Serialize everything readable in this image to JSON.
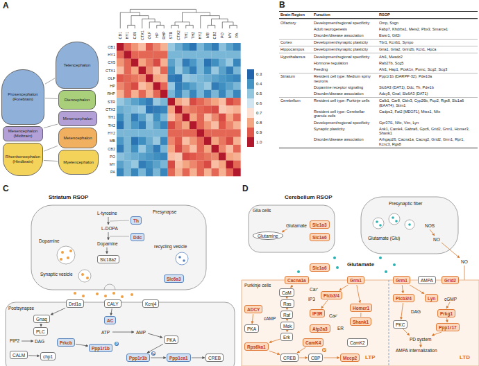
{
  "diagram": {
    "nodes": [
      {
        "text": [
          "Prosencephalon (Forebrain)"
        ]
      },
      {
        "text": [
          "Mesencephalon (Midbrain)"
        ]
      },
      {
        "text": [
          "Rhombencephalon (Hindbrain)"
        ]
      },
      {
        "text": [
          "Telencephalon"
        ]
      },
      {
        "text": [
          "Diencephalon"
        ]
      },
      {
        "text": [
          "Mesencephalon"
        ]
      },
      {
        "text": [
          "Metencephalon"
        ]
      },
      {
        "text": [
          "Myelencephalon"
        ]
      },
      {
        "text": [
          "Th"
        ]
      },
      {
        "text": [
          "Ddc"
        ]
      },
      {
        "text": [
          "Slc18a2"
        ]
      },
      {
        "text": [
          "Slc6a3"
        ]
      },
      {
        "text": [
          "Drd1a"
        ]
      },
      {
        "text": [
          "CALY"
        ]
      },
      {
        "text": [
          "Kcnj4"
        ]
      },
      {
        "text": [
          "Gnaq"
        ]
      },
      {
        "text": [
          "PLC"
        ]
      },
      {
        "text": [
          "AC"
        ]
      },
      {
        "text": [
          "Prkcb"
        ]
      },
      {
        "text": [
          "PKA"
        ]
      },
      {
        "text": [
          "CALM"
        ]
      },
      {
        "text": [
          "chp1"
        ]
      },
      {
        "text": [
          "Ppp1r1b"
        ]
      },
      {
        "text": [
          "Ppp1r1b"
        ]
      },
      {
        "text": [
          "Ppp1ca1"
        ]
      },
      {
        "text": [
          "CREB"
        ]
      },
      {
        "text": [
          "Glutamine"
        ]
      },
      {
        "text": [
          "Slc1a3"
        ]
      },
      {
        "text": [
          "Slc1a6"
        ]
      },
      {
        "text": [
          "Slc1a6"
        ]
      },
      {
        "text": [
          "Cacna1a"
        ]
      },
      {
        "text": [
          "Grm1"
        ]
      },
      {
        "text": [
          "CaM"
        ]
      },
      {
        "text": [
          "Plcb3/4"
        ]
      },
      {
        "text": [
          "IP3R"
        ]
      },
      {
        "text": [
          "Homer1"
        ]
      },
      {
        "text": [
          "Ras"
        ]
      },
      {
        "text": [
          "Raf"
        ]
      },
      {
        "text": [
          "Mek"
        ]
      },
      {
        "text": [
          "Erk"
        ]
      },
      {
        "text": [
          "ADCY"
        ]
      },
      {
        "text": [
          "PKA"
        ]
      },
      {
        "text": [
          "Atp2a3"
        ]
      },
      {
        "text": [
          "Shank1"
        ]
      },
      {
        "text": [
          "CamK4"
        ]
      },
      {
        "text": [
          "CamK2"
        ]
      },
      {
        "text": [
          "Rps6ka1"
        ]
      },
      {
        "text": [
          "CREB"
        ]
      },
      {
        "text": [
          "CBP"
        ]
      },
      {
        "text": [
          "Mecp2"
        ]
      },
      {
        "text": [
          "Grm1"
        ]
      },
      {
        "text": [
          "AMPA"
        ]
      },
      {
        "text": [
          "Grid2"
        ]
      },
      {
        "text": [
          "Plcb3/4"
        ]
      },
      {
        "text": [
          "Lyn"
        ]
      },
      {
        "text": [
          "PKC"
        ]
      },
      {
        "text": [
          "Prkg1"
        ]
      },
      {
        "text": [
          "Ppp1r17"
        ]
      }
    ],
    "edges": [
      {
        "from": 0,
        "to": 3,
        "arrow": "none"
      },
      {
        "from": 0,
        "to": 4,
        "arrow": "none"
      },
      {
        "from": 1,
        "to": 5,
        "arrow": "none"
      },
      {
        "from": 2,
        "to": 6,
        "arrow": "none"
      },
      {
        "from": 2,
        "to": 7,
        "arrow": "none"
      },
      {
        "from": 12,
        "to": 15,
        "arrow": "to"
      },
      {
        "from": 13,
        "to": 17,
        "arrow": "to"
      },
      {
        "from": 15,
        "to": 16,
        "arrow": "to"
      },
      {
        "from": 18,
        "to": 22,
        "arrow": "to"
      },
      {
        "from": 20,
        "to": 21,
        "arrow": "to"
      },
      {
        "from": 19,
        "to": 23,
        "arrow": "to"
      },
      {
        "from": 23,
        "to": 24,
        "arrow": "to"
      },
      {
        "from": 24,
        "to": 25,
        "arrow": "to"
      },
      {
        "from": 30,
        "to": 32,
        "arrow": "to"
      },
      {
        "from": 32,
        "to": 36,
        "arrow": "to"
      },
      {
        "from": 36,
        "to": 37,
        "arrow": "to"
      },
      {
        "from": 37,
        "to": 38,
        "arrow": "to"
      },
      {
        "from": 38,
        "to": 39,
        "arrow": "to"
      },
      {
        "from": 39,
        "to": 46,
        "arrow": "to"
      },
      {
        "from": 46,
        "to": 47,
        "arrow": "to"
      },
      {
        "from": 44,
        "to": 47,
        "arrow": "to"
      },
      {
        "from": 47,
        "to": 48,
        "arrow": "to"
      },
      {
        "from": 48,
        "to": 49,
        "arrow": "to"
      },
      {
        "from": 40,
        "to": 41,
        "arrow": "to"
      },
      {
        "from": 31,
        "to": 33,
        "arrow": "to"
      },
      {
        "from": 33,
        "to": 34,
        "arrow": "to"
      },
      {
        "from": 31,
        "to": 35,
        "arrow": "to"
      },
      {
        "from": 35,
        "to": 43,
        "arrow": "none"
      },
      {
        "from": 50,
        "to": 53,
        "arrow": "to"
      },
      {
        "from": 50,
        "to": 54,
        "arrow": "to"
      },
      {
        "from": 53,
        "to": 55,
        "arrow": "to"
      },
      {
        "from": 56,
        "to": 57,
        "arrow": "to"
      }
    ],
    "labels": [
      "A",
      "B",
      "C",
      "D",
      "CB1",
      "HY1",
      "CX5",
      "CTX1",
      "OLF",
      "HP",
      "RHP",
      "STR",
      "CTX2",
      "TH1",
      "TH2",
      "HY2",
      "MB",
      "CB2",
      "PO",
      "MY",
      "PA",
      "CB1",
      "HY1",
      "CX5",
      "CTX1",
      "OLF",
      "HP",
      "RHP",
      "STR",
      "CTX2",
      "TH1",
      "TH2",
      "HY2",
      "MB",
      "CB2",
      "PO",
      "MY",
      "PA",
      "Brain Region",
      "Function",
      "RSOP",
      "Olfactory",
      "Development/regional specificity",
      "Omp, Sxgn",
      "Adult neurogenesis",
      "Fabp7, Khdrbs1, Meis2, Pbx3, Smarce1",
      "Disorder/disease association",
      "Ewsr1, Gtf2i",
      "Cortex",
      "Development/synaptic plasticity",
      "Tbr1, Kcnb1, Synpo",
      "Hippocampus",
      "Development/synaptic plasticity",
      "Gria1, Gria2, Grin2b, Kcn1, Hpca",
      "Hypothalamus",
      "Development/regional specificity",
      "Ahi1, Mesdc2",
      "Hormone regulation",
      "Rab27b, Scg5",
      "Feeding",
      "Ahi1, Hap1, Pcsk1n, Pomc, Scg2, Scg3",
      "Striatum",
      "Resident cell type: Medium spiny neurons",
      "Ppp1r1b (DARPP-32), Pde10a",
      "Dopamine receptor signaling",
      "Slc6A3 (DAT1), Ddc, Th, Pde1b",
      "Disorder/disease association",
      "Adcy5, Gnal, Slc6A3 (DAT1)",
      "Cerebellum",
      "Resident cell type: Purkinje cells",
      "Calb1, Car8, Cbln3, Cyp26b, Pcp2, Rgs8, Slc1a6 (EAAT4), Stim1",
      "Resident cell type: Cerebellar granule cells",
      "Cadps2, Fat2 [MEGF1], Mtss1, Nfix",
      "Development/regional specificity",
      "Gpr37l1, Nfix, Vim, Lyn",
      "Synaptic plasticity",
      "Ank1, Camk4, Gabra6, Gpc6, Grid2, Grm1, Homer3, Shank1",
      "Disorder/disease association",
      "Arhgap26, Cacna1a, Cacng2, Grid2, Grm1, Rpr1, Kcnc3, Rgs8",
      "Striatum RSOP",
      "Presynapse",
      "L-tyrosine",
      "L-DOPA",
      "Dopamine",
      "Dopamine",
      "Synaptic vesicle",
      "recycling vesicle",
      "Postsynapse",
      "ATP",
      "AMP",
      "PIP2",
      "DAG",
      "P",
      "P",
      "Cerebellum RSOP",
      "Glia cells",
      "Glutamate",
      "Presynaptic fiber",
      "Glutamate (Glu)",
      "NOS",
      "NO",
      "NO",
      "Glutamate",
      "Purkinje cells",
      "Ca²⁺",
      "Ca²⁺",
      "IP3",
      "ER",
      "cAMP",
      "DAG",
      "cGMP",
      "PD system",
      "AMPA internalization",
      "LTP",
      "LTD",
      "P"
    ],
    "legend": [
      {
        "text": "0.3",
        "color": "#2166ac"
      },
      {
        "text": "0.4",
        "color": "#4393c3"
      },
      {
        "text": "0.5",
        "color": "#92c5de"
      },
      {
        "text": "0.6",
        "color": "#d1e5f0"
      },
      {
        "text": "0.7",
        "color": "#fde0d2"
      },
      {
        "text": "0.8",
        "color": "#f4a582"
      },
      {
        "text": "0.9",
        "color": "#e0584a"
      },
      {
        "text": "1.0",
        "color": "#b2182b"
      }
    ]
  }
}
